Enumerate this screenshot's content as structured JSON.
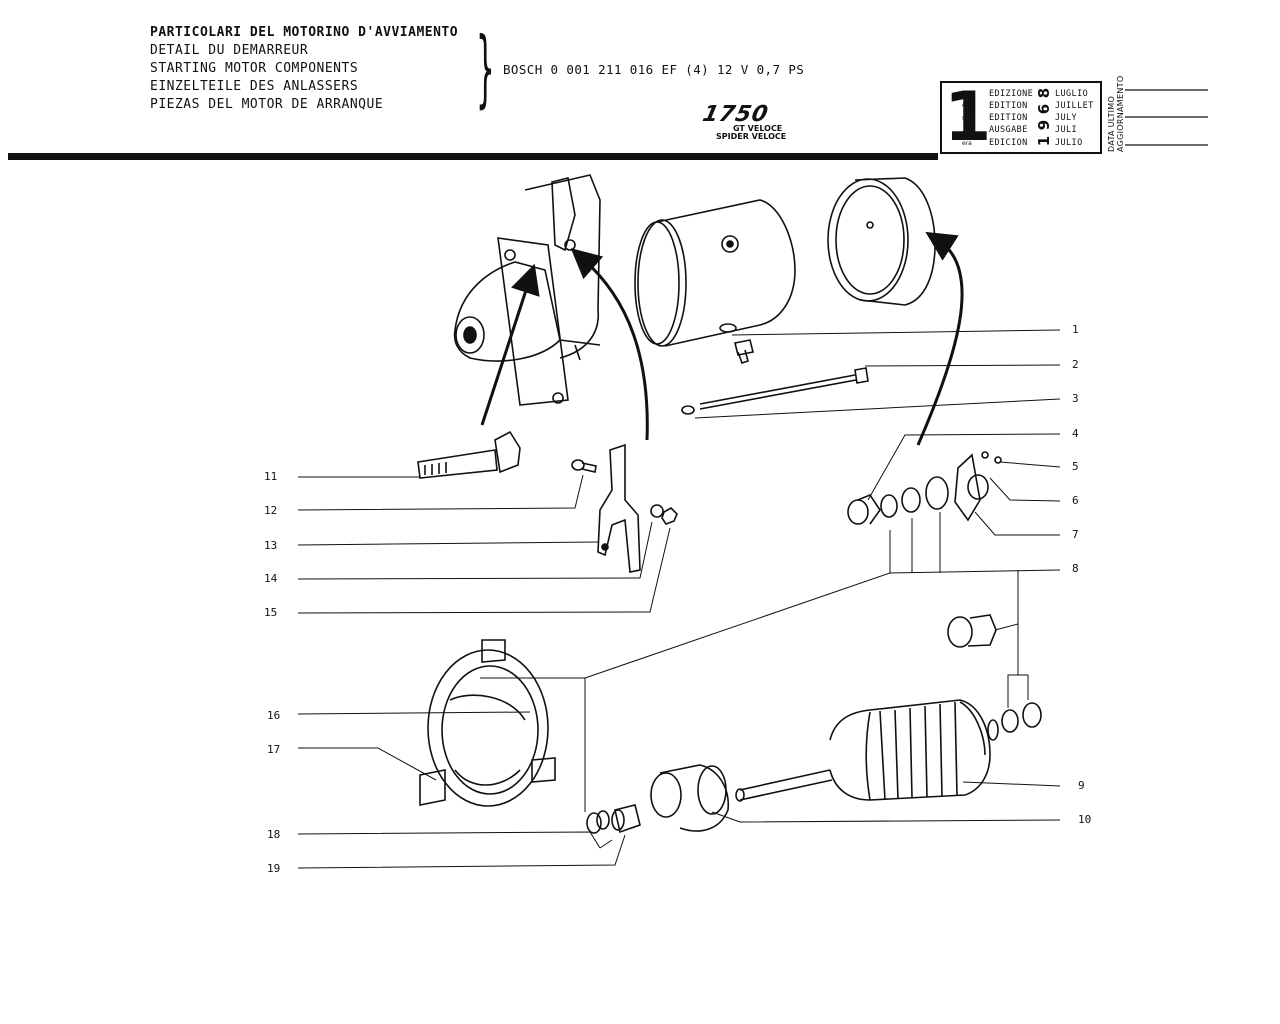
{
  "header": {
    "titles": [
      "PARTICOLARI DEL MOTORINO D'AVVIAMENTO",
      "DETAIL DU DEMARREUR",
      "STARTING MOTOR COMPONENTS",
      "EINZELTEILE DES ANLASSERS",
      "PIEZAS DEL MOTOR DE ARRANQUE"
    ],
    "spec": "BOSCH 0 001 211 016 EF (4) 12 V 0,7 PS",
    "model": "1750",
    "model_sub": [
      "GT VELOCE",
      "SPIDER VELOCE"
    ]
  },
  "edition": {
    "number": "1",
    "suffixes": [
      "a",
      "ere",
      "st",
      ".",
      "era"
    ],
    "words": [
      "EDIZIONE",
      "EDITION",
      "EDITION",
      "AUSGABE",
      "EDICION"
    ],
    "year_digits": [
      "8",
      "6",
      "9",
      "1"
    ],
    "months": [
      "LUGLIO",
      "JUILLET",
      "JULY",
      "JULI",
      "JULIO"
    ],
    "vertical_label_lines": [
      "DATA ULTIMO",
      "AGGIORNAMENTO"
    ]
  },
  "callouts": {
    "right": [
      "1",
      "2",
      "3",
      "4",
      "5",
      "6",
      "7",
      "8",
      "9",
      "10"
    ],
    "left": [
      "11",
      "12",
      "13",
      "14",
      "15",
      "16",
      "17",
      "18",
      "19"
    ]
  }
}
